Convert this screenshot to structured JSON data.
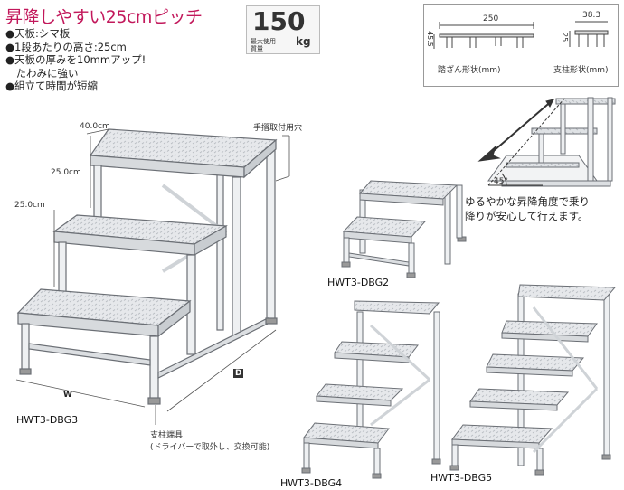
{
  "title": "昇降しやすい25cmピッチ",
  "features": [
    "●天板:シマ板",
    "●1段あたりの高さ:25cm",
    "●天板の厚みを10mmアップ!",
    "　たわみに強い",
    "●組立て時間が短縮"
  ],
  "load_badge": {
    "value": "150",
    "label_line1": "最大使用",
    "label_line2": "質量",
    "unit": "kg"
  },
  "profiles": {
    "tread": {
      "caption": "踏ざん形状(mm)",
      "width": "250",
      "height": "45.5"
    },
    "post": {
      "caption": "支柱形状(mm)",
      "width": "38.3",
      "height": "25"
    }
  },
  "main_diagram": {
    "depth_top": "40.0cm",
    "step_height_1": "25.0cm",
    "step_height_2": "25.0cm",
    "handrail_hole": "手摺取付用穴",
    "w_label": "W",
    "d_label": "D",
    "foot_label_line1": "支柱端具",
    "foot_label_line2": "(ドライバーで取外し、交換可能)",
    "model": "HWT3-DBG3"
  },
  "angle_info": {
    "angle": "45°",
    "text_line1": "ゆるやかな昇降角度で乗り",
    "text_line2": "降りが安心して行えます。"
  },
  "models": [
    "HWT3-DBG2",
    "HWT3-DBG4",
    "HWT3-DBG5"
  ],
  "colors": {
    "title": "#c2185b",
    "metal": "#e3e5e8",
    "line": "#666666"
  }
}
